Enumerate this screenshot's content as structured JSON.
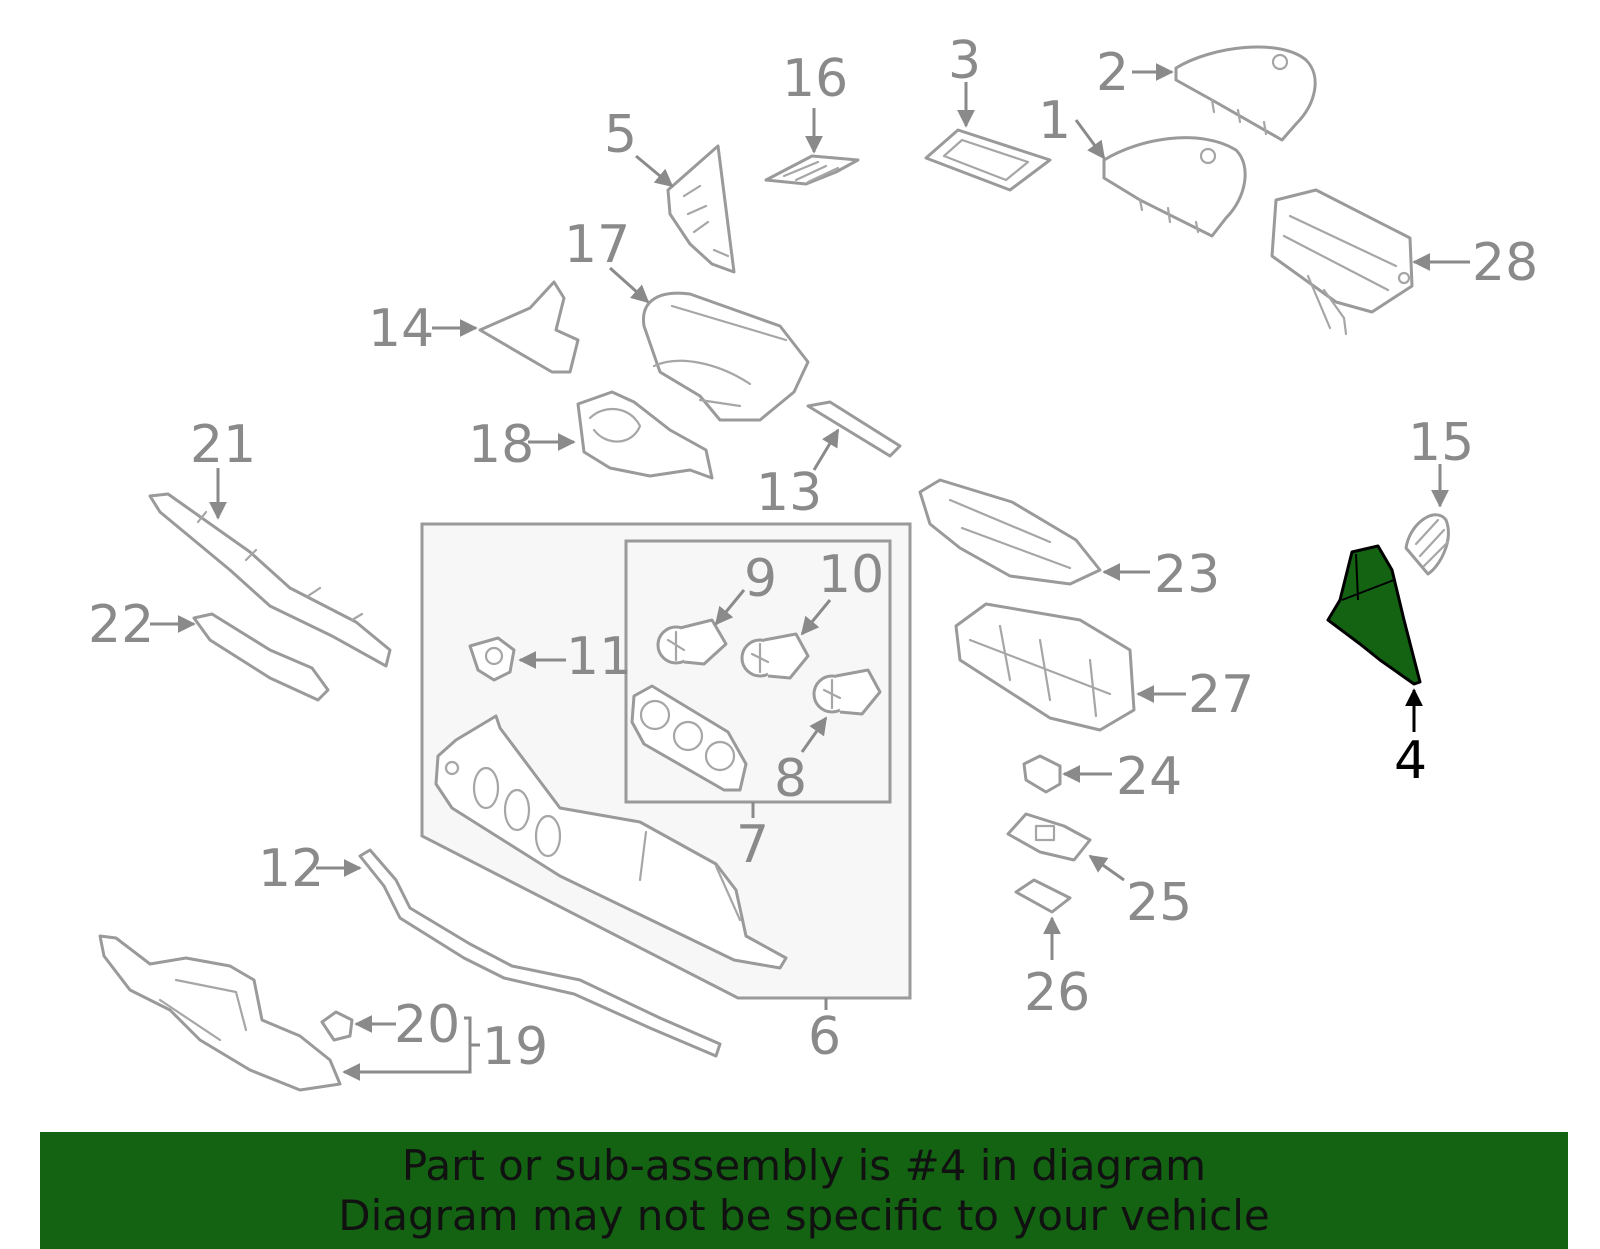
{
  "colors": {
    "highlight": "#136313",
    "banner": "#136313",
    "line": "#9a9a9a",
    "label": "#8a8a8a",
    "box_fill": "#f7f7f7"
  },
  "diagram": {
    "highlighted_part": "4",
    "callouts": {
      "c1": "1",
      "c2": "2",
      "c3": "3",
      "c4": "4",
      "c5": "5",
      "c6": "6",
      "c7": "7",
      "c8": "8",
      "c9": "9",
      "c10": "10",
      "c11": "11",
      "c12": "12",
      "c13": "13",
      "c14": "14",
      "c15": "15",
      "c16": "16",
      "c17": "17",
      "c18": "18",
      "c19": "19",
      "c20": "20",
      "c21": "21",
      "c22": "22",
      "c23": "23",
      "c24": "24",
      "c25": "25",
      "c26": "26",
      "c27": "27",
      "c28": "28"
    }
  },
  "banner": {
    "line1": "Part or sub-assembly is #4 in diagram",
    "line2": "Diagram may not be specific to your vehicle"
  }
}
